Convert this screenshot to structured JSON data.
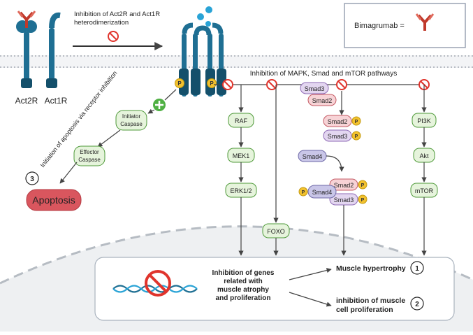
{
  "header": {
    "inhibition_line1": "Inhibition of Act2R and Act1R",
    "inhibition_line2": "heterodimerization",
    "bimagrumab_label": "Bimagrumab ="
  },
  "receptors": {
    "act2r_label": "Act2R",
    "act1r_label": "Act1R",
    "phospho_label": "P"
  },
  "pathways_title": "Inhibition of MAPK, Smad and mTOR pathways",
  "apoptosis_branch": {
    "diagonal_label": "Initiation of apoptosis via receptor inhibition",
    "initiator_line1": "Initiator",
    "initiator_line2": "Caspase",
    "effector_line1": "Effector",
    "effector_line2": "Caspase",
    "number": "3",
    "apoptosis_label": "Apoptosis"
  },
  "mapk": {
    "raf": "RAF",
    "mek1": "MEK1",
    "erk": "ERK1/2"
  },
  "foxo": "FOXO",
  "smad": {
    "smad3": "Smad3",
    "smad2": "Smad2",
    "smad4": "Smad4",
    "p": "P"
  },
  "mtor": {
    "pi3k": "PI3K",
    "akt": "Akt",
    "mtor": "mTOR"
  },
  "nucleus": {
    "genes_line1": "Inhibition of genes",
    "genes_line2": "related with",
    "genes_line3": "muscle atrophy",
    "genes_line4": "and proliferation",
    "outcome1": "Muscle hypertrophy",
    "outcome1_num": "1",
    "outcome2_line1": "inhibition of muscle",
    "outcome2_line2": "cell proliferation",
    "outcome2_num": "2"
  },
  "colors": {
    "receptor": "#1f6f93",
    "receptor_dark": "#14506b",
    "antibody": "#c0392b",
    "green_node": "#e6f4dc",
    "green_border": "#4f9a3a",
    "pink": "#f7d3d6",
    "purple": "#e3d6f0",
    "smad4": "#c9c6e8",
    "phospho": "#f2c12e",
    "apoptosis": "#d9565e"
  }
}
